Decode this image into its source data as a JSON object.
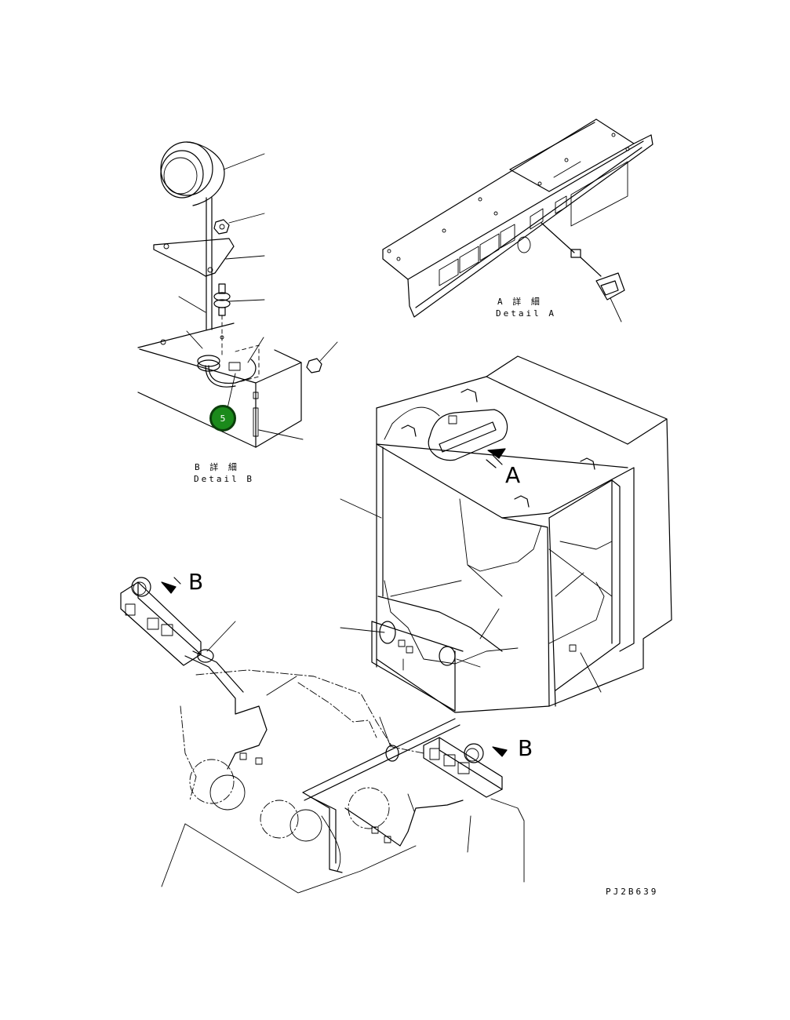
{
  "detail_a": {
    "jp": "A 詳 細",
    "en": "Detail A"
  },
  "detail_b": {
    "jp": "B 詳 細",
    "en": "Detail B"
  },
  "view_labels": {
    "a": "A",
    "b_top": "B",
    "b_bottom": "B"
  },
  "callouts": [
    {
      "label": "5"
    }
  ],
  "drawing_number": "PJ2B639",
  "colors": {
    "callout_fill": "#1b8a1b",
    "callout_border": "#0c3f0c",
    "line": "#000000"
  }
}
